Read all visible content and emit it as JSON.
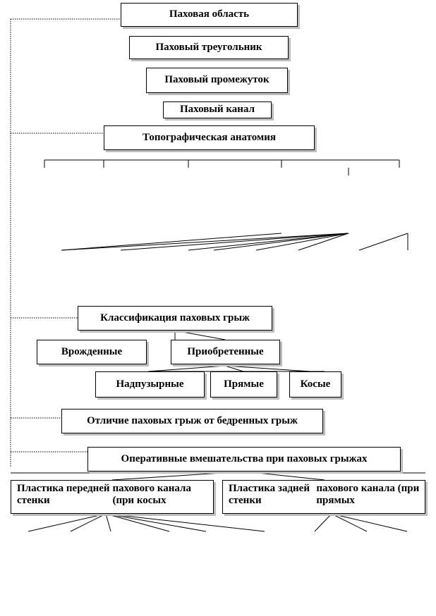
{
  "nodes": {
    "inguinal_region": "Паховая область",
    "inguinal_triangle": "Паховый треугольник",
    "inguinal_gap": "Паховый промежуток",
    "inguinal_canal": "Паховый канал",
    "topographic_anatomy": "Топографическая анатомия",
    "classification": "Классификация паховых грыж",
    "congenital": "Врожденные",
    "acquired": "Приобретенные",
    "supravesical": "Надпузырные",
    "direct": "Прямые",
    "oblique": "Косые",
    "difference": "Отличие паховых грыж от бедренных грыж",
    "surgery": "Оперативные вмешательства при паховых грыжах",
    "anterior_wall_line1": "Пластика передней стенки",
    "anterior_wall_line2": "пахового канала (при косых",
    "posterior_wall_line1": "Пластика задней стенки",
    "posterior_wall_line2": "пахового канала (при прямых"
  },
  "colors": {
    "line": "#000000",
    "box_shadow": "#bdbdbd",
    "background": "#ffffff"
  }
}
